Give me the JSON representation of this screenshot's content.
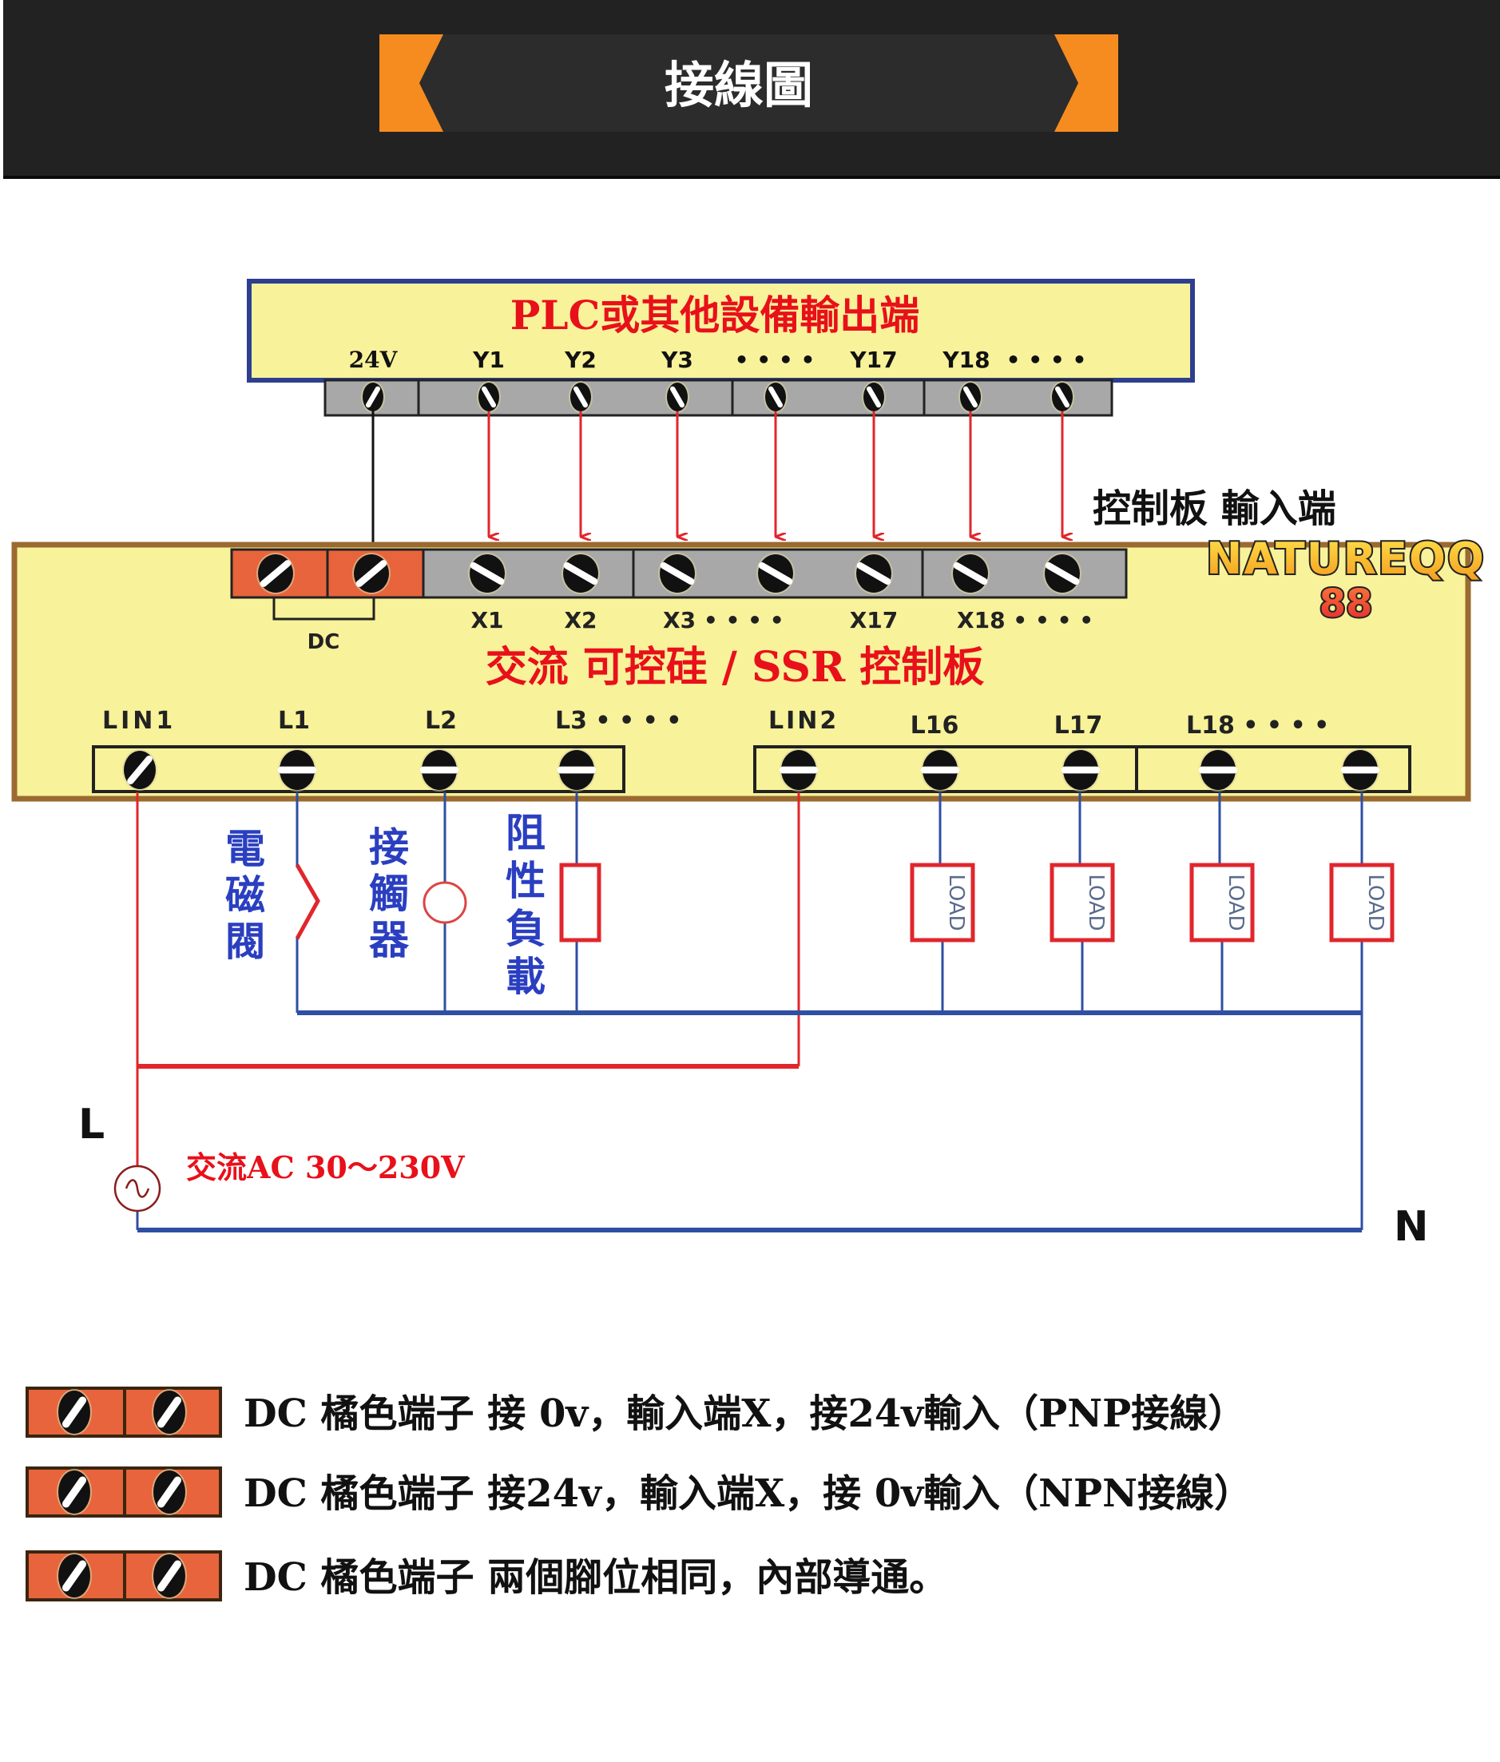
{
  "header": {
    "title": "接線圖",
    "colors": {
      "band": "#222222",
      "box": "#2c2c2c",
      "accent": "#f68b1f",
      "title": "#ffffff"
    }
  },
  "plc": {
    "title": "PLC或其他設備輸出端",
    "terminals": [
      "24V",
      "Y1",
      "Y2",
      "Y3",
      "• • • •",
      "Y17",
      "Y18",
      "• • • •"
    ],
    "colors": {
      "fill": "#f8f29a",
      "border": "#2e3f8f",
      "title": "#e8101a"
    }
  },
  "control_board": {
    "input_label": "控制板 輸入端",
    "title": "交流 可控硅 / SSR 控制板",
    "dc_label": "DC",
    "input_terminals": [
      "X1",
      "X2",
      "X3 • • • •",
      "X17",
      "X18 • • • •"
    ],
    "output_terminals_left": [
      "LIN1",
      "L1",
      "L2",
      "L3 • • • •"
    ],
    "output_terminals_right": [
      "LIN2",
      "L16",
      "L17",
      "L18 • • • •"
    ],
    "colors": {
      "fill": "#f8f29a",
      "border": "#9b6a30",
      "orange": "#e8643c",
      "gray": "#a8a8a8"
    }
  },
  "watermark": {
    "line1": "NATUREQQ",
    "line2": "88"
  },
  "loads": {
    "solenoid_valve": "電磁閥",
    "contactor": "接觸器",
    "resistive_load": "阻性負載",
    "load_box_label": "LOAD",
    "load_count": 4
  },
  "power": {
    "line_label": "L",
    "neutral_label": "N",
    "source_label": "交流AC 30～230V",
    "colors": {
      "line": "#e0262c",
      "neutral": "#2f4fa3"
    }
  },
  "legend": [
    {
      "text": "DC 橘色端子 接  0v，輸入端X，接24v輸入（PNP接線）"
    },
    {
      "text": "DC 橘色端子 接24v，輸入端X，接  0v輸入（NPN接線）"
    },
    {
      "text": "DC 橘色端子 兩個腳位相同，內部導通。"
    }
  ]
}
